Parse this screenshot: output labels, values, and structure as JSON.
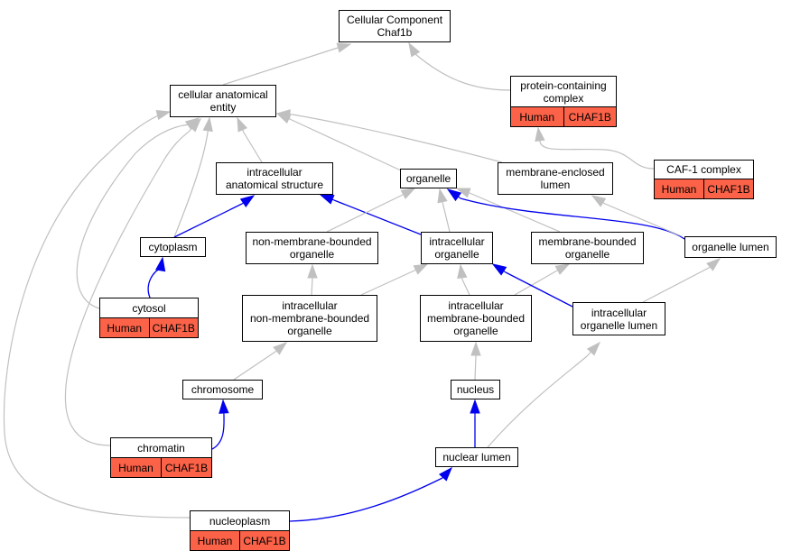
{
  "diagram": {
    "colors": {
      "is_a_edge": "#c0c0c0",
      "part_of_edge": "#0000ee",
      "annotation_fill": "#fb6248"
    },
    "nodes": {
      "root": {
        "lines": [
          "Cellular Component",
          "Chaf1b"
        ]
      },
      "cellular_anatomical_entity": {
        "lines": [
          "cellular anatomical",
          "entity"
        ]
      },
      "protein_containing_complex": {
        "lines": [
          "protein-containing",
          "complex"
        ],
        "annotation": [
          "Human",
          "CHAF1B"
        ]
      },
      "caf1_complex": {
        "lines": [
          "CAF-1 complex"
        ],
        "annotation": [
          "Human",
          "CHAF1B"
        ]
      },
      "intracellular_anatomical_structure": {
        "lines": [
          "intracellular",
          "anatomical structure"
        ]
      },
      "organelle": {
        "lines": [
          "organelle"
        ]
      },
      "membrane_enclosed_lumen": {
        "lines": [
          "membrane-enclosed",
          "lumen"
        ]
      },
      "cytoplasm": {
        "lines": [
          "cytoplasm"
        ]
      },
      "non_membrane_bounded_organelle": {
        "lines": [
          "non-membrane-bounded",
          "organelle"
        ]
      },
      "intracellular_organelle": {
        "lines": [
          "intracellular",
          "organelle"
        ]
      },
      "membrane_bounded_organelle": {
        "lines": [
          "membrane-bounded",
          "organelle"
        ]
      },
      "organelle_lumen": {
        "lines": [
          "organelle lumen"
        ]
      },
      "cytosol": {
        "lines": [
          "cytosol"
        ],
        "annotation": [
          "Human",
          "CHAF1B"
        ]
      },
      "intracellular_non_membrane_bounded_organelle": {
        "lines": [
          "intracellular",
          "non-membrane-bounded",
          "organelle"
        ]
      },
      "intracellular_membrane_bounded_organelle": {
        "lines": [
          "intracellular",
          "membrane-bounded",
          "organelle"
        ]
      },
      "intracellular_organelle_lumen": {
        "lines": [
          "intracellular",
          "organelle lumen"
        ]
      },
      "chromosome": {
        "lines": [
          "chromosome"
        ]
      },
      "nucleus": {
        "lines": [
          "nucleus"
        ]
      },
      "chromatin": {
        "lines": [
          "chromatin"
        ],
        "annotation": [
          "Human",
          "CHAF1B"
        ]
      },
      "nuclear_lumen": {
        "lines": [
          "nuclear lumen"
        ]
      },
      "nucleoplasm": {
        "lines": [
          "nucleoplasm"
        ],
        "annotation": [
          "Human",
          "CHAF1B"
        ]
      }
    },
    "edges": [
      {
        "from": "cellular_anatomical_entity",
        "to": "root",
        "type": "is_a"
      },
      {
        "from": "protein_containing_complex",
        "to": "root",
        "type": "is_a"
      },
      {
        "from": "caf1_complex",
        "to": "protein_containing_complex",
        "type": "is_a"
      },
      {
        "from": "intracellular_anatomical_structure",
        "to": "cellular_anatomical_entity",
        "type": "is_a"
      },
      {
        "from": "organelle",
        "to": "cellular_anatomical_entity",
        "type": "is_a"
      },
      {
        "from": "membrane_enclosed_lumen",
        "to": "cellular_anatomical_entity",
        "type": "is_a"
      },
      {
        "from": "cytoplasm",
        "to": "cellular_anatomical_entity",
        "type": "is_a"
      },
      {
        "from": "cytoplasm",
        "to": "intracellular_anatomical_structure",
        "type": "part_of"
      },
      {
        "from": "cytosol",
        "to": "cellular_anatomical_entity",
        "type": "is_a"
      },
      {
        "from": "cytosol",
        "to": "cytoplasm",
        "type": "part_of"
      },
      {
        "from": "intracellular_organelle",
        "to": "intracellular_anatomical_structure",
        "type": "part_of"
      },
      {
        "from": "intracellular_organelle",
        "to": "organelle",
        "type": "is_a"
      },
      {
        "from": "non_membrane_bounded_organelle",
        "to": "organelle",
        "type": "is_a"
      },
      {
        "from": "membrane_bounded_organelle",
        "to": "organelle",
        "type": "is_a"
      },
      {
        "from": "organelle_lumen",
        "to": "organelle",
        "type": "part_of"
      },
      {
        "from": "organelle_lumen",
        "to": "membrane_enclosed_lumen",
        "type": "is_a"
      },
      {
        "from": "intracellular_non_membrane_bounded_organelle",
        "to": "non_membrane_bounded_organelle",
        "type": "is_a"
      },
      {
        "from": "intracellular_non_membrane_bounded_organelle",
        "to": "intracellular_organelle",
        "type": "is_a"
      },
      {
        "from": "intracellular_membrane_bounded_organelle",
        "to": "intracellular_organelle",
        "type": "is_a"
      },
      {
        "from": "intracellular_membrane_bounded_organelle",
        "to": "membrane_bounded_organelle",
        "type": "is_a"
      },
      {
        "from": "intracellular_organelle_lumen",
        "to": "intracellular_organelle",
        "type": "part_of"
      },
      {
        "from": "intracellular_organelle_lumen",
        "to": "organelle_lumen",
        "type": "is_a"
      },
      {
        "from": "chromosome",
        "to": "intracellular_non_membrane_bounded_organelle",
        "type": "is_a"
      },
      {
        "from": "nucleus",
        "to": "intracellular_membrane_bounded_organelle",
        "type": "is_a"
      },
      {
        "from": "chromatin",
        "to": "cellular_anatomical_entity",
        "type": "is_a"
      },
      {
        "from": "chromatin",
        "to": "chromosome",
        "type": "part_of"
      },
      {
        "from": "nuclear_lumen",
        "to": "nucleus",
        "type": "part_of"
      },
      {
        "from": "nuclear_lumen",
        "to": "intracellular_organelle_lumen",
        "type": "is_a"
      },
      {
        "from": "nucleoplasm",
        "to": "cellular_anatomical_entity",
        "type": "is_a"
      },
      {
        "from": "nucleoplasm",
        "to": "nuclear_lumen",
        "type": "part_of"
      }
    ]
  }
}
